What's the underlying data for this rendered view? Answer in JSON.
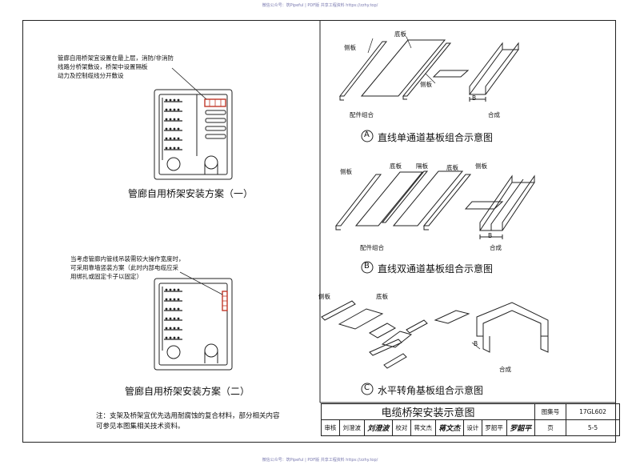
{
  "watermark": {
    "top": "微信公众号：筑Pipeful | PDF版 共享工程资料 https://zzhy.top/",
    "bottom": "微信公众号：筑Pipeful | PDF版 共享工程资料 https://zzhy.top/"
  },
  "scheme1": {
    "note": [
      "管廊自用桥架宜设置在最上层，消防/非消防",
      "线路分桥架敷设，桥架中设置隔板",
      "动力及控制缆线分开敷设"
    ],
    "caption": "管廊自用桥架安装方案（一）"
  },
  "scheme2": {
    "note": [
      "当考虑管廊内管线吊装需较大操作宽度时，",
      "可采用靠墙竖装方案（此时内部电缆应采",
      "用绑扎或固定卡子以固定）"
    ],
    "caption": "管廊自用桥架安装方案（二）"
  },
  "figA": {
    "label_side": "侧板",
    "label_bottom": "底板",
    "label_side2": "侧板",
    "label_parts": "配件组合",
    "label_combined": "合成",
    "label_B": "B",
    "marker": "A",
    "caption": "直线单通道基板组合示意图"
  },
  "figB": {
    "label_side": "侧板",
    "label_bottom1": "底板",
    "label_partition": "隔板",
    "label_bottom2": "底板",
    "label_side2": "侧板",
    "label_parts": "配件组合",
    "label_combined": "合成",
    "label_B": "B",
    "marker": "B",
    "caption": "直线双通道基板组合示意图"
  },
  "figC": {
    "label_side": "侧板",
    "label_bottom": "底板",
    "label_combined": "合成",
    "label_B": "B",
    "marker": "C",
    "caption": "水平转角基板组合示意图"
  },
  "footnote": [
    "注：支架及桥架宜优先选用耐腐蚀的复合材料，部分相关内容",
    "可参见本图集相关技术资料。"
  ],
  "title_block": {
    "title": "电缆桥架安装示意图",
    "atlas_label": "图集号",
    "atlas_no": "17GL602",
    "review_label": "审核",
    "reviewer": "刘澄波",
    "reviewer_sig": "刘澄波",
    "check_label": "校对",
    "checker": "蒋文杰",
    "checker_sig": "蒋文杰",
    "design_label": "设计",
    "designer": "罗韶平",
    "designer_sig": "罗韶平",
    "page_label": "页",
    "page_no": "5-5"
  }
}
